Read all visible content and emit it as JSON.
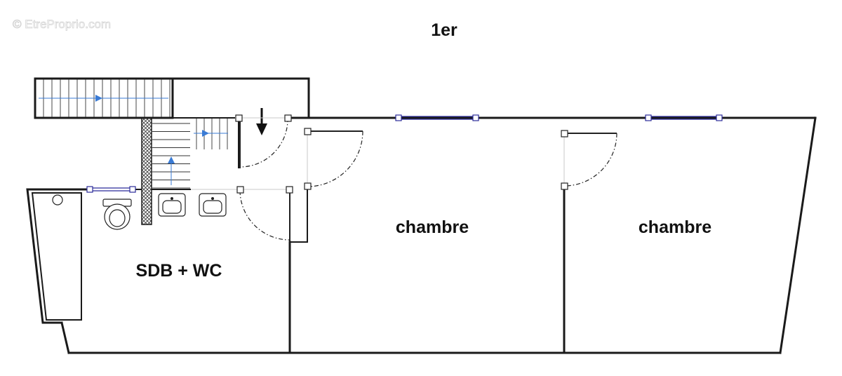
{
  "watermark": "© EtreProprio.com",
  "title": "1er",
  "rooms": {
    "bathroom": "SDB + WC",
    "bedroom_1": "chambre",
    "bedroom_2": "chambre"
  },
  "colors": {
    "wall": "#1a1a1a",
    "window": "#2b2b9a",
    "stair_arrow": "#3a7bd5",
    "background": "#ffffff"
  }
}
